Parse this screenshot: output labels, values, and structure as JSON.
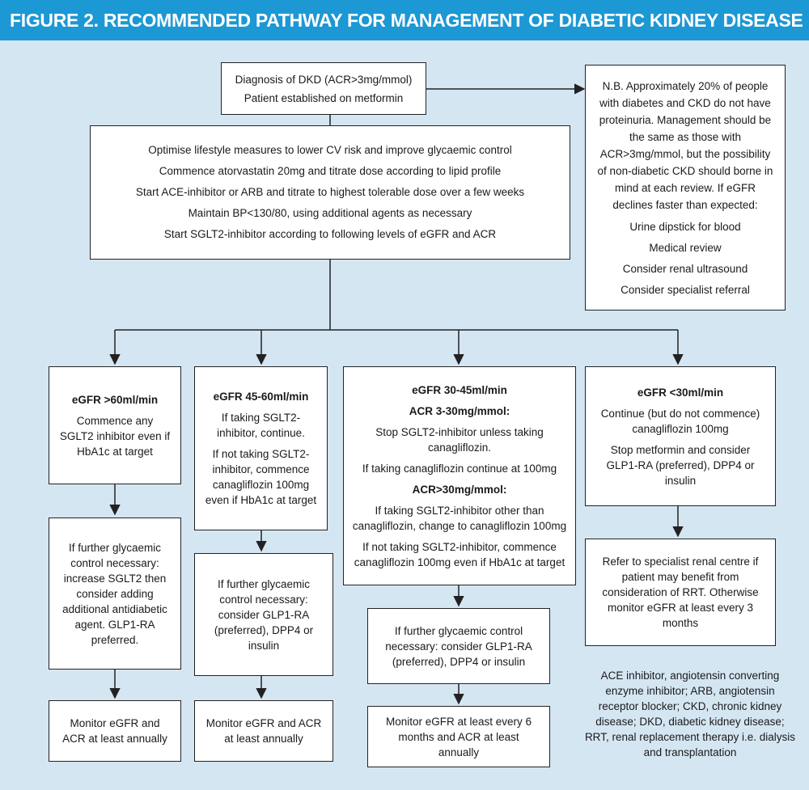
{
  "title": "FIGURE 2. RECOMMENDED PATHWAY FOR MANAGEMENT OF DIABETIC KIDNEY DISEASE",
  "diagnosis": {
    "line1": "Diagnosis of DKD (ACR>3mg/mmol)",
    "line2": "Patient established on metformin"
  },
  "general_measures": [
    "Optimise lifestyle measures to lower CV risk and improve glycaemic control",
    "Commence atorvastatin 20mg and titrate dose according to lipid profile",
    "Start ACE-inhibitor or ARB and titrate to highest tolerable dose over a few weeks",
    "Maintain BP<130/80, using additional agents as necessary",
    "Start SGLT2-inhibitor according to following levels of eGFR and ACR"
  ],
  "note": {
    "text": "N.B. Approximately 20% of people with diabetes and CKD do not have proteinuria. Management should be the same as those with ACR>3mg/mmol, but the possibility of non-diabetic CKD should borne in mind at each review.  If eGFR declines faster than expected:",
    "items": [
      "Urine dipstick for blood",
      "Medical review",
      "Consider renal ultrasound",
      "Consider specialist referral"
    ]
  },
  "col1": {
    "heading": "eGFR >60ml/min",
    "text": "Commence any SGLT2 inhibitor even if HbA1c at target",
    "further": "If further glycaemic control necessary: increase SGLT2 then consider adding additional antidiabetic agent. GLP1-RA preferred.",
    "monitor": "Monitor eGFR and ACR at least annually"
  },
  "col2": {
    "heading": "eGFR 45-60ml/min",
    "text1": "If taking SGLT2-inhibitor, continue.",
    "text2": "If not taking SGLT2-inhibitor, commence canagliflozin 100mg even if HbA1c at target",
    "further": "If further glycaemic control necessary: consider GLP1-RA (preferred), DPP4 or insulin",
    "monitor": "Monitor eGFR and ACR at least annually"
  },
  "col3": {
    "heading": "eGFR 30-45ml/min",
    "sub1": "ACR 3-30mg/mmol:",
    "text1": "Stop SGLT2-inhibitor unless taking canagliflozin.",
    "text2": "If taking canagliflozin continue at 100mg",
    "sub2": "ACR>30mg/mmol:",
    "text3": "If taking SGLT2-inhibitor other than canagliflozin, change to canagliflozin 100mg",
    "text4": "If not taking SGLT2-inhibitor, commence canagliflozin 100mg even if HbA1c at target",
    "further": "If further glycaemic control necessary: consider GLP1-RA (preferred), DPP4 or insulin",
    "monitor": "Monitor eGFR at least every 6 months and ACR at least annually"
  },
  "col4": {
    "heading": "eGFR <30ml/min",
    "text1": "Continue (but do not commence) canagliflozin 100mg",
    "text2": "Stop metformin and consider GLP1-RA (preferred), DPP4 or insulin",
    "refer": "Refer to specialist renal centre if patient may benefit from consideration of RRT. Otherwise monitor eGFR at least every 3 months"
  },
  "abbreviations": "ACE inhibitor, angiotensin converting enzyme inhibitor; ARB, angiotensin receptor blocker; CKD, chronic kidney disease; DKD, diabetic kidney disease; RRT, renal replacement therapy i.e. dialysis and transplantation"
}
